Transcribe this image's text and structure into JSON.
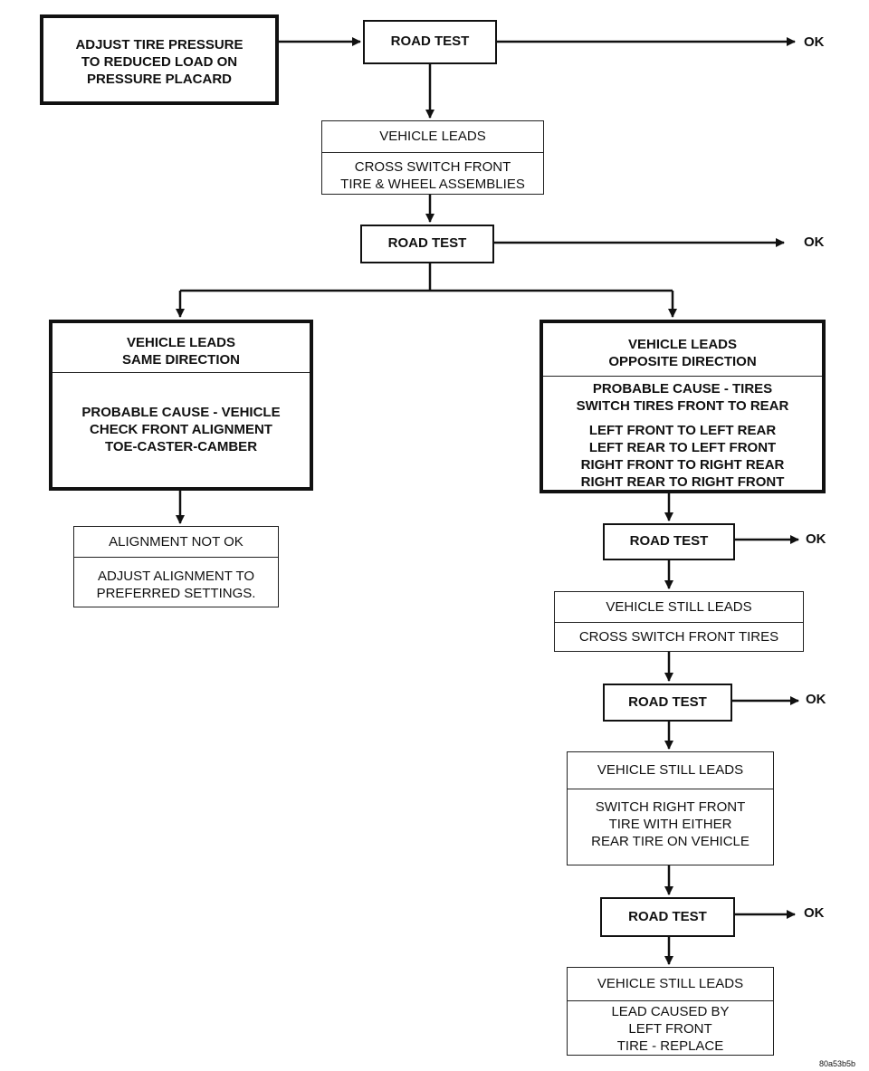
{
  "start": {
    "lines": [
      "ADJUST TIRE PRESSURE",
      "TO REDUCED LOAD ON",
      "PRESSURE PLACARD"
    ]
  },
  "road_test": {
    "label": "ROAD TEST",
    "ok": "OK"
  },
  "leads": {
    "title": "VEHICLE LEADS",
    "action": [
      "CROSS SWITCH FRONT",
      "TIRE & WHEEL ASSEMBLIES"
    ]
  },
  "same_direction": {
    "title": [
      "VEHICLE LEADS",
      "SAME DIRECTION"
    ],
    "body": [
      "PROBABLE CAUSE - VEHICLE",
      "CHECK FRONT ALIGNMENT",
      "TOE-CASTER-CAMBER"
    ]
  },
  "opposite_direction": {
    "title": [
      "VEHICLE LEADS",
      "OPPOSITE DIRECTION"
    ],
    "cause": [
      "PROBABLE CAUSE - TIRES",
      "SWITCH TIRES FRONT TO REAR"
    ],
    "moves": [
      "LEFT FRONT TO LEFT REAR",
      "LEFT REAR TO LEFT FRONT",
      "RIGHT FRONT TO RIGHT REAR",
      "RIGHT REAR TO RIGHT FRONT"
    ]
  },
  "alignment": {
    "title": "ALIGNMENT NOT OK",
    "action": [
      "ADJUST ALIGNMENT TO",
      "PREFERRED SETTINGS."
    ]
  },
  "still_leads_1": {
    "title": "VEHICLE STILL LEADS",
    "action": [
      "CROSS SWITCH FRONT TIRES"
    ]
  },
  "still_leads_2": {
    "title": "VEHICLE STILL LEADS",
    "action": [
      "SWITCH RIGHT FRONT",
      "TIRE WITH EITHER",
      "REAR TIRE ON VEHICLE"
    ]
  },
  "still_leads_3": {
    "title": "VEHICLE STILL LEADS",
    "action": [
      "LEAD CAUSED BY",
      "LEFT FRONT",
      "TIRE - REPLACE"
    ]
  },
  "figure_code": "80a53b5b"
}
